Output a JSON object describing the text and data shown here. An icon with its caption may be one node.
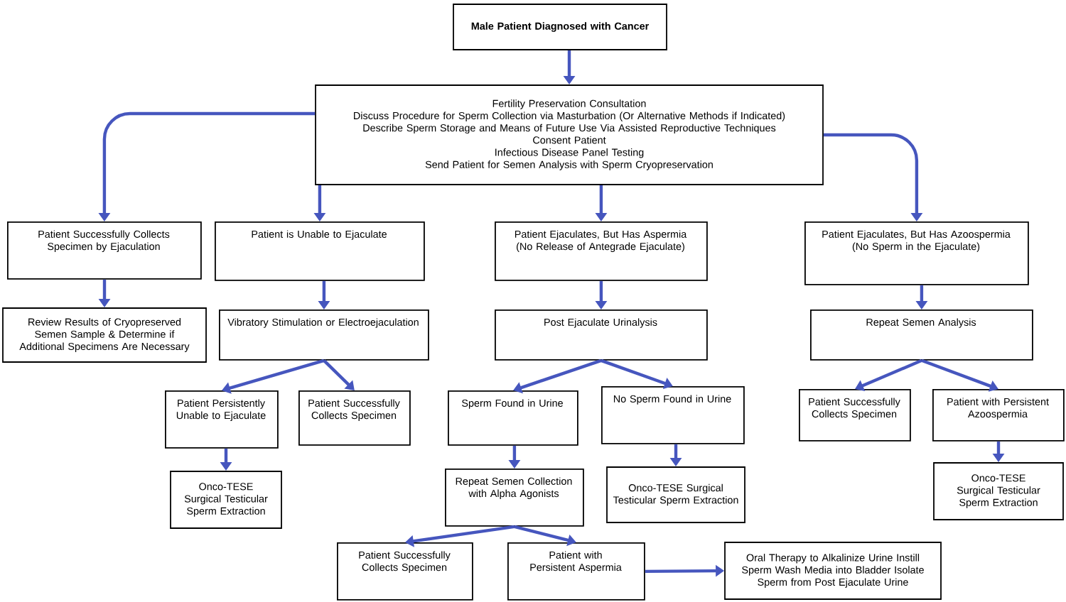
{
  "diagram": {
    "nodes": [
      {
        "text": [
          "Male Patient Diagnosed with Cancer"
        ]
      },
      {
        "text": [
          "Fertility Preservation Consultation",
          "Discuss Procedure for Sperm Collection via  Masturbation (Or Alternative Methods if Indicated)",
          "Describe Sperm Storage and Means of Future Use Via Assisted Reproductive Techniques",
          "Consent Patient",
          "Infectious Disease Panel Testing",
          "Send Patient for Semen Analysis with Sperm Cryopreservation"
        ]
      },
      {
        "text": [
          "Patient Successfully Collects Specimen by Ejaculation"
        ]
      },
      {
        "text": [
          "Patient is Unable to Ejaculate"
        ]
      },
      {
        "text": [
          "Patient Ejaculates, But  Has Aspermia (No Release of Antegrade Ejaculate)"
        ]
      },
      {
        "text": [
          "Patient Ejaculates, But  Has Azoospermia (No Sperm in the Ejaculate)"
        ]
      },
      {
        "text": [
          "Review Results of Cryopreserved Semen Sample & Determine if Additional Specimens Are Necessary"
        ]
      },
      {
        "text": [
          "Vibratory Stimulation or Electroejaculation"
        ]
      },
      {
        "text": [
          "Post Ejaculate Urinalysis"
        ]
      },
      {
        "text": [
          "Repeat Semen Analysis"
        ]
      },
      {
        "text": [
          "Patient Persistently Unable to Ejaculate"
        ]
      },
      {
        "text": [
          "Patient Successfully Collects Specimen"
        ]
      },
      {
        "text": [
          "Sperm Found in Urine"
        ]
      },
      {
        "text": [
          "No Sperm Found in Urine"
        ]
      },
      {
        "text": [
          "Patient Successfully Collects Specimen"
        ]
      },
      {
        "text": [
          "Patient with Persistent Azoospermia"
        ]
      },
      {
        "text": [
          "Onco-TESE Surgical Testicular Sperm Extraction"
        ]
      },
      {
        "text": [
          "Repeat Semen Collection with Alpha Agonists"
        ]
      },
      {
        "text": [
          "Onco-TESE Surgical Testicular Sperm Extraction"
        ]
      },
      {
        "text": [
          "Onco-TESE Surgical Testicular Sperm Extraction"
        ]
      },
      {
        "text": [
          "Patient Successfully Collects Specimen"
        ]
      },
      {
        "text": [
          "Patient with Persistent Aspermia"
        ]
      },
      {
        "text": [
          "Oral Therapy to  Alkalinize Urine Instill Sperm Wash Media into Bladder Isolate Sperm from Post Ejaculate Urine"
        ]
      }
    ],
    "edges": [
      {
        "from": 0,
        "to": 1,
        "arrow": "to"
      },
      {
        "from": 1,
        "to": 2,
        "arrow": "to"
      },
      {
        "from": 1,
        "to": 3,
        "arrow": "to"
      },
      {
        "from": 1,
        "to": 4,
        "arrow": "to"
      },
      {
        "from": 1,
        "to": 5,
        "arrow": "to"
      },
      {
        "from": 2,
        "to": 6,
        "arrow": "to"
      },
      {
        "from": 3,
        "to": 7,
        "arrow": "to"
      },
      {
        "from": 4,
        "to": 8,
        "arrow": "to"
      },
      {
        "from": 5,
        "to": 9,
        "arrow": "to"
      },
      {
        "from": 7,
        "to": 10,
        "arrow": "to"
      },
      {
        "from": 7,
        "to": 11,
        "arrow": "to"
      },
      {
        "from": 8,
        "to": 12,
        "arrow": "to"
      },
      {
        "from": 8,
        "to": 13,
        "arrow": "to"
      },
      {
        "from": 9,
        "to": 14,
        "arrow": "to"
      },
      {
        "from": 9,
        "to": 15,
        "arrow": "to"
      },
      {
        "from": 10,
        "to": 16,
        "arrow": "to"
      },
      {
        "from": 13,
        "to": 18,
        "arrow": "to"
      },
      {
        "from": 15,
        "to": 19,
        "arrow": "to"
      },
      {
        "from": 12,
        "to": 17,
        "arrow": "to"
      },
      {
        "from": 17,
        "to": 20,
        "arrow": "to"
      },
      {
        "from": 17,
        "to": 21,
        "arrow": "to"
      },
      {
        "from": 21,
        "to": 22,
        "arrow": "to"
      }
    ]
  }
}
